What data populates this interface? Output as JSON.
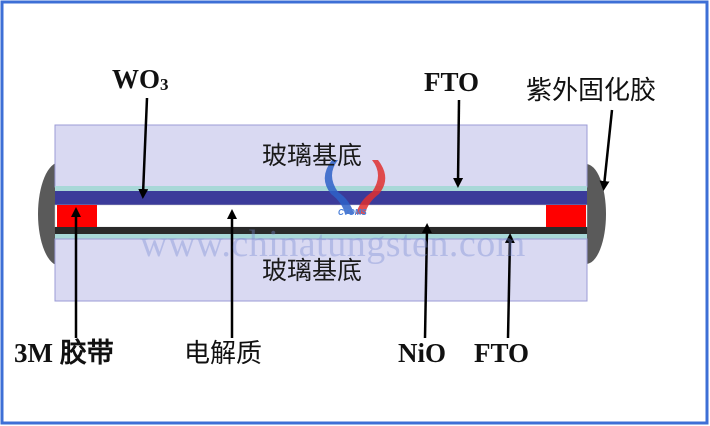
{
  "labels": {
    "wo3": "WO",
    "wo3_sub": "3",
    "fto_top": "FTO",
    "uv_adhesive": "紫外固化胶",
    "glass_top": "玻璃基底",
    "glass_bottom": "玻璃基底",
    "tape": "3M 胶带",
    "electrolyte": "电解质",
    "nio": "NiO",
    "fto_bottom": "FTO"
  },
  "watermark": {
    "url": "www.chinatungsten.com",
    "logo_text": "CTOMS"
  },
  "colors": {
    "frame": "#3d6fd6",
    "glass": "#d9d9f2",
    "wo3_layer": "#3b3b9a",
    "fto_layer": "#a8d8d8",
    "tape": "#ff0000",
    "adhesive": "#5a5a5a",
    "nio_layer": "#2a2a2a"
  }
}
